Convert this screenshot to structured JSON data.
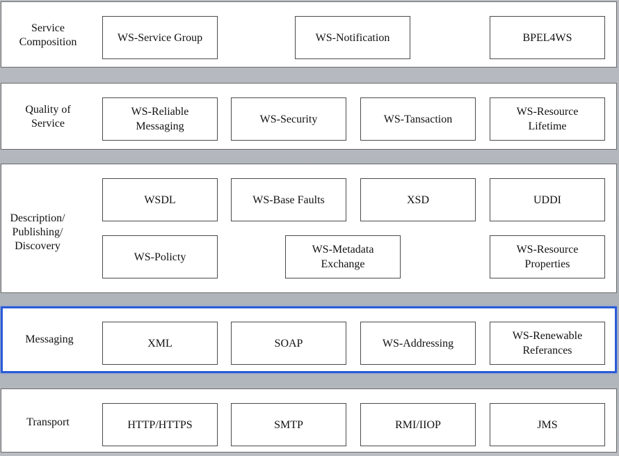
{
  "layers": [
    {
      "label": "Service\nComposition",
      "boxes": [
        "WS-Service Group",
        "WS-Notification",
        "BPEL4WS"
      ]
    },
    {
      "label": "Quality of\nService",
      "boxes": [
        "WS-Reliable\nMessaging",
        "WS-Security",
        "WS-Tansaction",
        "WS-Resource\nLifetime"
      ]
    },
    {
      "label": "Description/\nPublishing/\nDiscovery",
      "boxes": [
        "WSDL",
        "WS-Base Faults",
        "XSD",
        "UDDI",
        "WS-Policty",
        "WS-Metadata\nExchange",
        "WS-Resource\nProperties"
      ]
    },
    {
      "label": "Messaging",
      "boxes": [
        "XML",
        "SOAP",
        "WS-Addressing",
        "WS-Renewable\nReferances"
      ]
    },
    {
      "label": "Transport",
      "boxes": [
        "HTTP/HTTPS",
        "SMTP",
        "RMI/IIOP",
        "JMS"
      ]
    }
  ]
}
